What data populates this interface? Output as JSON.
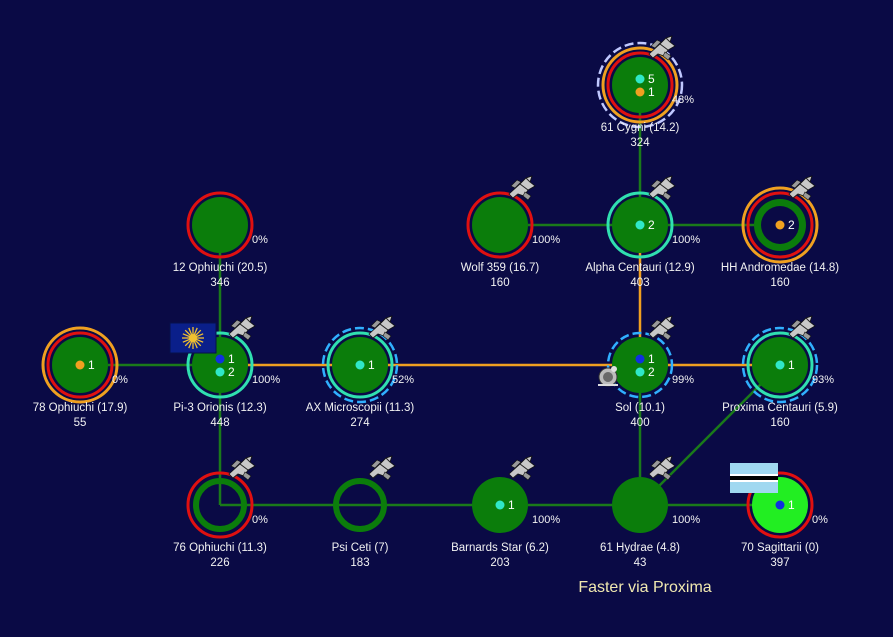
{
  "status_text": "Faster via Proxima",
  "colors": {
    "background": "#0a0a45",
    "route_green": "#1a7a1a",
    "route_orange": "#f0a020",
    "planet_green": "#0b7d0b",
    "planet_bright": "#22ee22",
    "ring_red": "#e01010",
    "ring_orange": "#f0a020",
    "ring_cyan": "#30e0b0",
    "ring_dash": "#30b0ff",
    "ring_dash_light": "#c0c8ff",
    "dot_cyan": "#30e8c8",
    "dot_orange": "#f0a020",
    "dot_blue": "#1030e0"
  },
  "icons": {
    "fleet": "fighter-ship-icon",
    "stargate": "stargate-icon",
    "empire_flag": "sunburst-flag-icon",
    "striped_flag": "striped-flag-icon"
  },
  "systems": [
    {
      "id": "61-cygni",
      "name": "61 Cygni  (14.2)",
      "value": "324",
      "percent": "43%",
      "fleet": true,
      "rings": [
        "dash-light",
        "orange",
        "red"
      ],
      "disc": "green",
      "dots": [
        {
          "color": "cyan",
          "count": "5"
        },
        {
          "color": "orange",
          "count": "1"
        }
      ]
    },
    {
      "id": "12-ophiuchi",
      "name": "12 Ophiuchi  (20.5)",
      "value": "346",
      "percent": "0%",
      "fleet": false,
      "rings": [
        "red"
      ],
      "disc": "green",
      "dots": []
    },
    {
      "id": "wolf-359",
      "name": "Wolf 359  (16.7)",
      "value": "160",
      "percent": "100%",
      "fleet": true,
      "rings": [
        "red"
      ],
      "disc": "green",
      "dots": []
    },
    {
      "id": "alpha-centauri",
      "name": "Alpha Centauri  (12.9)",
      "value": "403",
      "percent": "100%",
      "fleet": true,
      "rings": [
        "cyan"
      ],
      "disc": "green",
      "dots": [
        {
          "color": "cyan",
          "count": "2"
        }
      ]
    },
    {
      "id": "hh-andromedae",
      "name": "HH Andromedae  (14.8)",
      "value": "160",
      "percent": "",
      "fleet": true,
      "rings": [
        "orange",
        "red"
      ],
      "disc": "hollow-dark",
      "dots": [
        {
          "color": "orange",
          "count": "2"
        }
      ]
    },
    {
      "id": "78-ophiuchi",
      "name": "78 Ophiuchi  (17.9)",
      "value": "55",
      "percent": "0%",
      "fleet": false,
      "rings": [
        "orange",
        "red"
      ],
      "disc": "green",
      "dots": [
        {
          "color": "orange",
          "count": "1"
        }
      ]
    },
    {
      "id": "pi-3-orionis",
      "name": "Pi-3 Orionis  (12.3)",
      "value": "448",
      "percent": "100%",
      "fleet": true,
      "rings": [
        "cyan"
      ],
      "disc": "green",
      "flag": "sunburst",
      "dots": [
        {
          "color": "blue",
          "count": "1"
        },
        {
          "color": "cyan",
          "count": "2"
        }
      ]
    },
    {
      "id": "ax-microscopii",
      "name": "AX Microscopii  (11.3)",
      "value": "274",
      "percent": "52%",
      "fleet": true,
      "rings": [
        "dash",
        "cyan"
      ],
      "disc": "green",
      "dots": [
        {
          "color": "cyan",
          "count": "1"
        }
      ]
    },
    {
      "id": "sol",
      "name": "Sol  (10.1)",
      "value": "400",
      "percent": "99%",
      "fleet": true,
      "stargate": true,
      "rings": [
        "dash"
      ],
      "disc": "green",
      "dots": [
        {
          "color": "blue",
          "count": "1"
        },
        {
          "color": "cyan",
          "count": "2"
        }
      ]
    },
    {
      "id": "proxima-centauri",
      "name": "Proxima Centauri  (5.9)",
      "value": "160",
      "percent": "93%",
      "fleet": true,
      "rings": [
        "dash",
        "cyan"
      ],
      "disc": "green",
      "dots": [
        {
          "color": "cyan",
          "count": "1"
        }
      ]
    },
    {
      "id": "76-ophiuchi",
      "name": "76 Ophiuchi  (11.3)",
      "value": "226",
      "percent": "0%",
      "fleet": true,
      "rings": [
        "red"
      ],
      "disc": "hollow-green",
      "dots": []
    },
    {
      "id": "psi-ceti",
      "name": "Psi Ceti  (7)",
      "value": "183",
      "percent": "",
      "fleet": true,
      "rings": [],
      "disc": "hollow-green",
      "dots": []
    },
    {
      "id": "barnards-star",
      "name": "Barnards Star  (6.2)",
      "value": "203",
      "percent": "100%",
      "fleet": true,
      "rings": [],
      "disc": "green",
      "dots": [
        {
          "color": "cyan",
          "count": "1"
        }
      ]
    },
    {
      "id": "61-hydrae",
      "name": "61 Hydrae  (4.8)",
      "value": "43",
      "percent": "100%",
      "fleet": true,
      "rings": [],
      "disc": "green",
      "dots": []
    },
    {
      "id": "70-sagittarii",
      "name": "70 Sagittarii  (0)",
      "value": "397",
      "percent": "0%",
      "fleet": false,
      "rings": [
        "red"
      ],
      "disc": "bright",
      "flag": "striped",
      "dots": [
        {
          "color": "blue",
          "count": "1"
        }
      ]
    }
  ],
  "lanes": [
    {
      "from": "61-cygni",
      "to": "alpha-centauri",
      "type": "green"
    },
    {
      "from": "12-ophiuchi",
      "to": "pi-3-orionis",
      "type": "green"
    },
    {
      "from": "wolf-359",
      "to": "alpha-centauri",
      "type": "green"
    },
    {
      "from": "alpha-centauri",
      "to": "hh-andromedae",
      "type": "green"
    },
    {
      "from": "alpha-centauri",
      "to": "sol",
      "type": "orange"
    },
    {
      "from": "78-ophiuchi",
      "to": "pi-3-orionis",
      "type": "green"
    },
    {
      "from": "pi-3-orionis",
      "to": "ax-microscopii",
      "type": "orange"
    },
    {
      "from": "ax-microscopii",
      "to": "sol",
      "type": "orange"
    },
    {
      "from": "sol",
      "to": "proxima-centauri",
      "type": "orange"
    },
    {
      "from": "pi-3-orionis",
      "to": "76-ophiuchi",
      "type": "green"
    },
    {
      "from": "sol",
      "to": "61-hydrae",
      "type": "green"
    },
    {
      "from": "proxima-centauri",
      "to": "61-hydrae",
      "type": "green"
    },
    {
      "from": "76-ophiuchi",
      "to": "psi-ceti",
      "type": "green"
    },
    {
      "from": "psi-ceti",
      "to": "barnards-star",
      "type": "green"
    },
    {
      "from": "barnards-star",
      "to": "61-hydrae",
      "type": "green"
    },
    {
      "from": "61-hydrae",
      "to": "70-sagittarii",
      "type": "green"
    }
  ]
}
